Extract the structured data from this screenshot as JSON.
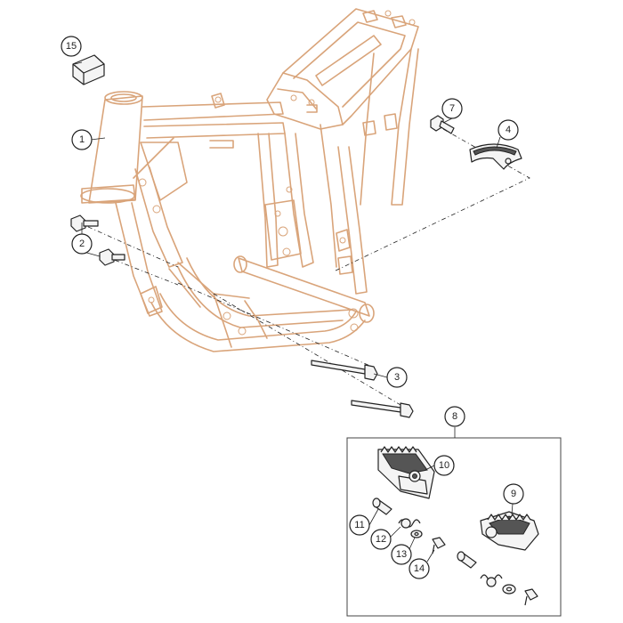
{
  "callouts": [
    {
      "id": "1",
      "label": "1"
    },
    {
      "id": "2",
      "label": "2"
    },
    {
      "id": "3",
      "label": "3"
    },
    {
      "id": "4",
      "label": "4"
    },
    {
      "id": "7",
      "label": "7"
    },
    {
      "id": "8",
      "label": "8"
    },
    {
      "id": "9",
      "label": "9"
    },
    {
      "id": "10",
      "label": "10"
    },
    {
      "id": "11",
      "label": "11"
    },
    {
      "id": "12",
      "label": "12"
    },
    {
      "id": "13",
      "label": "13"
    },
    {
      "id": "14",
      "label": "14"
    },
    {
      "id": "15",
      "label": "15"
    }
  ],
  "colors": {
    "frame_line": "#d9a47a",
    "part_line": "#222222",
    "background": "#ffffff"
  }
}
